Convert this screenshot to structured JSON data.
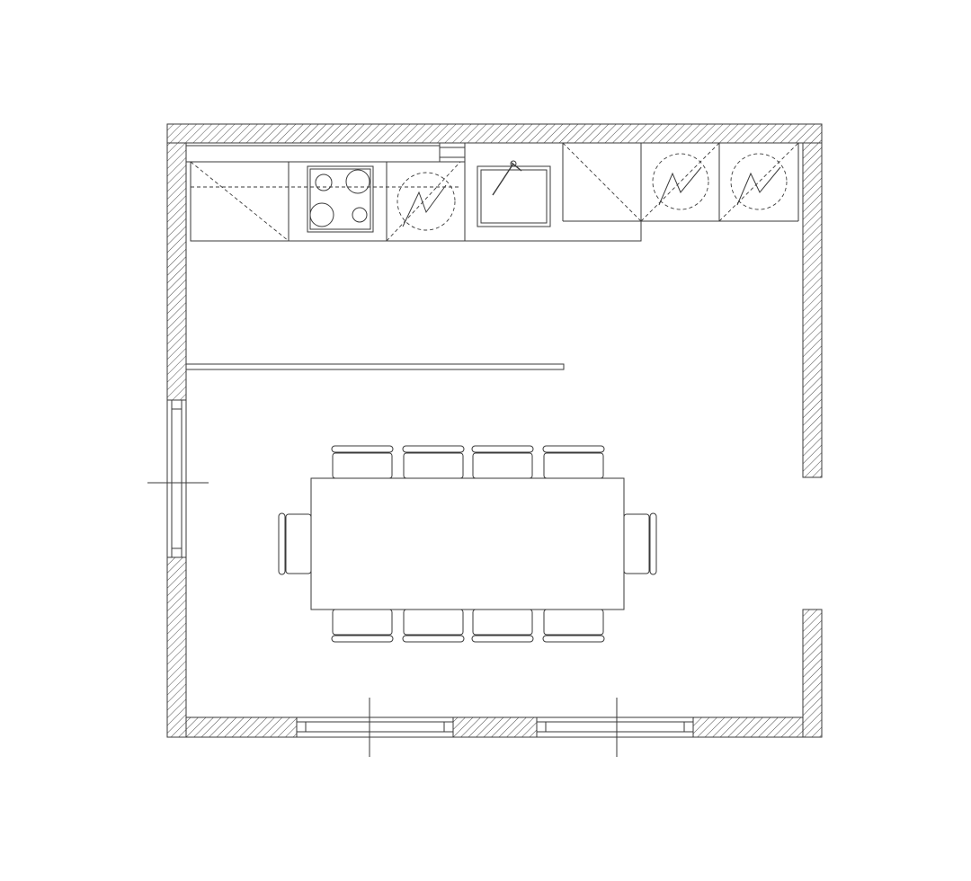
{
  "diagram": {
    "type": "floor-plan",
    "rooms": [
      "kitchen",
      "dining"
    ],
    "line_color": "#3a3a3a",
    "background": "#ffffff",
    "kitchen_cabinets": [
      "cabinet",
      "cooktop",
      "cabinet-dishwasher",
      "sink",
      "cabinet",
      "appliance",
      "appliance"
    ],
    "dining_chairs": 10,
    "windows": 3,
    "doorways": 1
  }
}
